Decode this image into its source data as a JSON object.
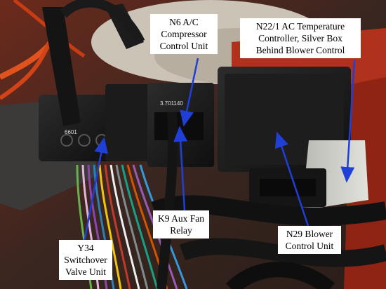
{
  "photo": {
    "box_label_left": "6601",
    "box_label_center": "3.701140"
  },
  "callouts": {
    "n6": {
      "lines": [
        "N6 A/C",
        "Compressor",
        "Control Unit"
      ]
    },
    "n22": {
      "lines": [
        "N22/1 AC Temperature",
        "Controller, Silver Box",
        "Behind Blower Control"
      ]
    },
    "k9": {
      "lines": [
        "K9 Aux Fan",
        "Relay"
      ]
    },
    "y34": {
      "lines": [
        "Y34",
        "Switchover",
        "Valve Unit"
      ]
    },
    "n29": {
      "lines": [
        "N29 Blower",
        "Control Unit"
      ]
    }
  },
  "colors": {
    "arrow": "#1f3fd6",
    "label_bg": "#ffffff",
    "label_text": "#000000"
  }
}
